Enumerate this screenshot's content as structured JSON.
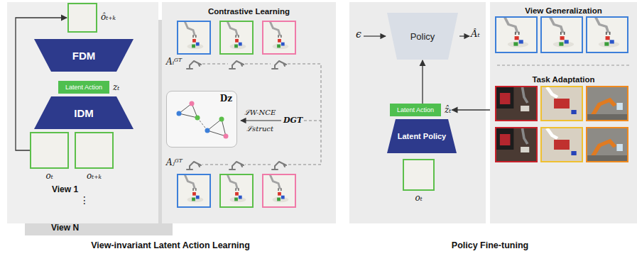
{
  "diagram": {
    "nodes": [
      {
        "text": [
          "View N"
        ]
      },
      {
        "text": [
          "View 1"
        ]
      },
      {
        "text": [
          "ôₜ₊ₖ"
        ],
        "in": 1
      },
      {
        "text": [
          "FDM"
        ],
        "in": 1
      },
      {
        "text": [
          "Latent Action",
          "zₜ"
        ],
        "in": 1
      },
      {
        "text": [
          "IDM"
        ],
        "in": 1
      },
      {
        "text": [
          "oₜ"
        ],
        "in": 1
      },
      {
        "text": [
          "oₜ₊ₖ"
        ],
        "in": 1
      },
      {
        "text": [
          "Contrastive Learning"
        ]
      },
      {
        "text": [
          "Dz"
        ],
        "in": 8
      },
      {
        "text": [
          "Policy"
        ]
      },
      {
        "text": [
          "Latent Action",
          "ẑₜ"
        ]
      },
      {
        "text": [
          "Latent Policy"
        ]
      },
      {
        "text": [
          "oₜ"
        ]
      },
      {
        "text": [
          "View Generalization",
          "Task Adaptation"
        ]
      }
    ],
    "edges": [
      {
        "from": 6,
        "to": 2,
        "arrow": "to"
      },
      {
        "from": 14,
        "to": 11,
        "arrow": "to"
      },
      {
        "from": 11,
        "to": 10,
        "arrow": "to"
      }
    ],
    "labels": [
      "⋮",
      "Aᵢᴳᵀ",
      "Aⱼᴳᵀ",
      "ℒW-NCE",
      "ℒstruct",
      "DGT",
      "ϵ",
      "Âₜ",
      "View-invariant Latent Action Learning",
      "Policy Fine-tuning"
    ]
  }
}
